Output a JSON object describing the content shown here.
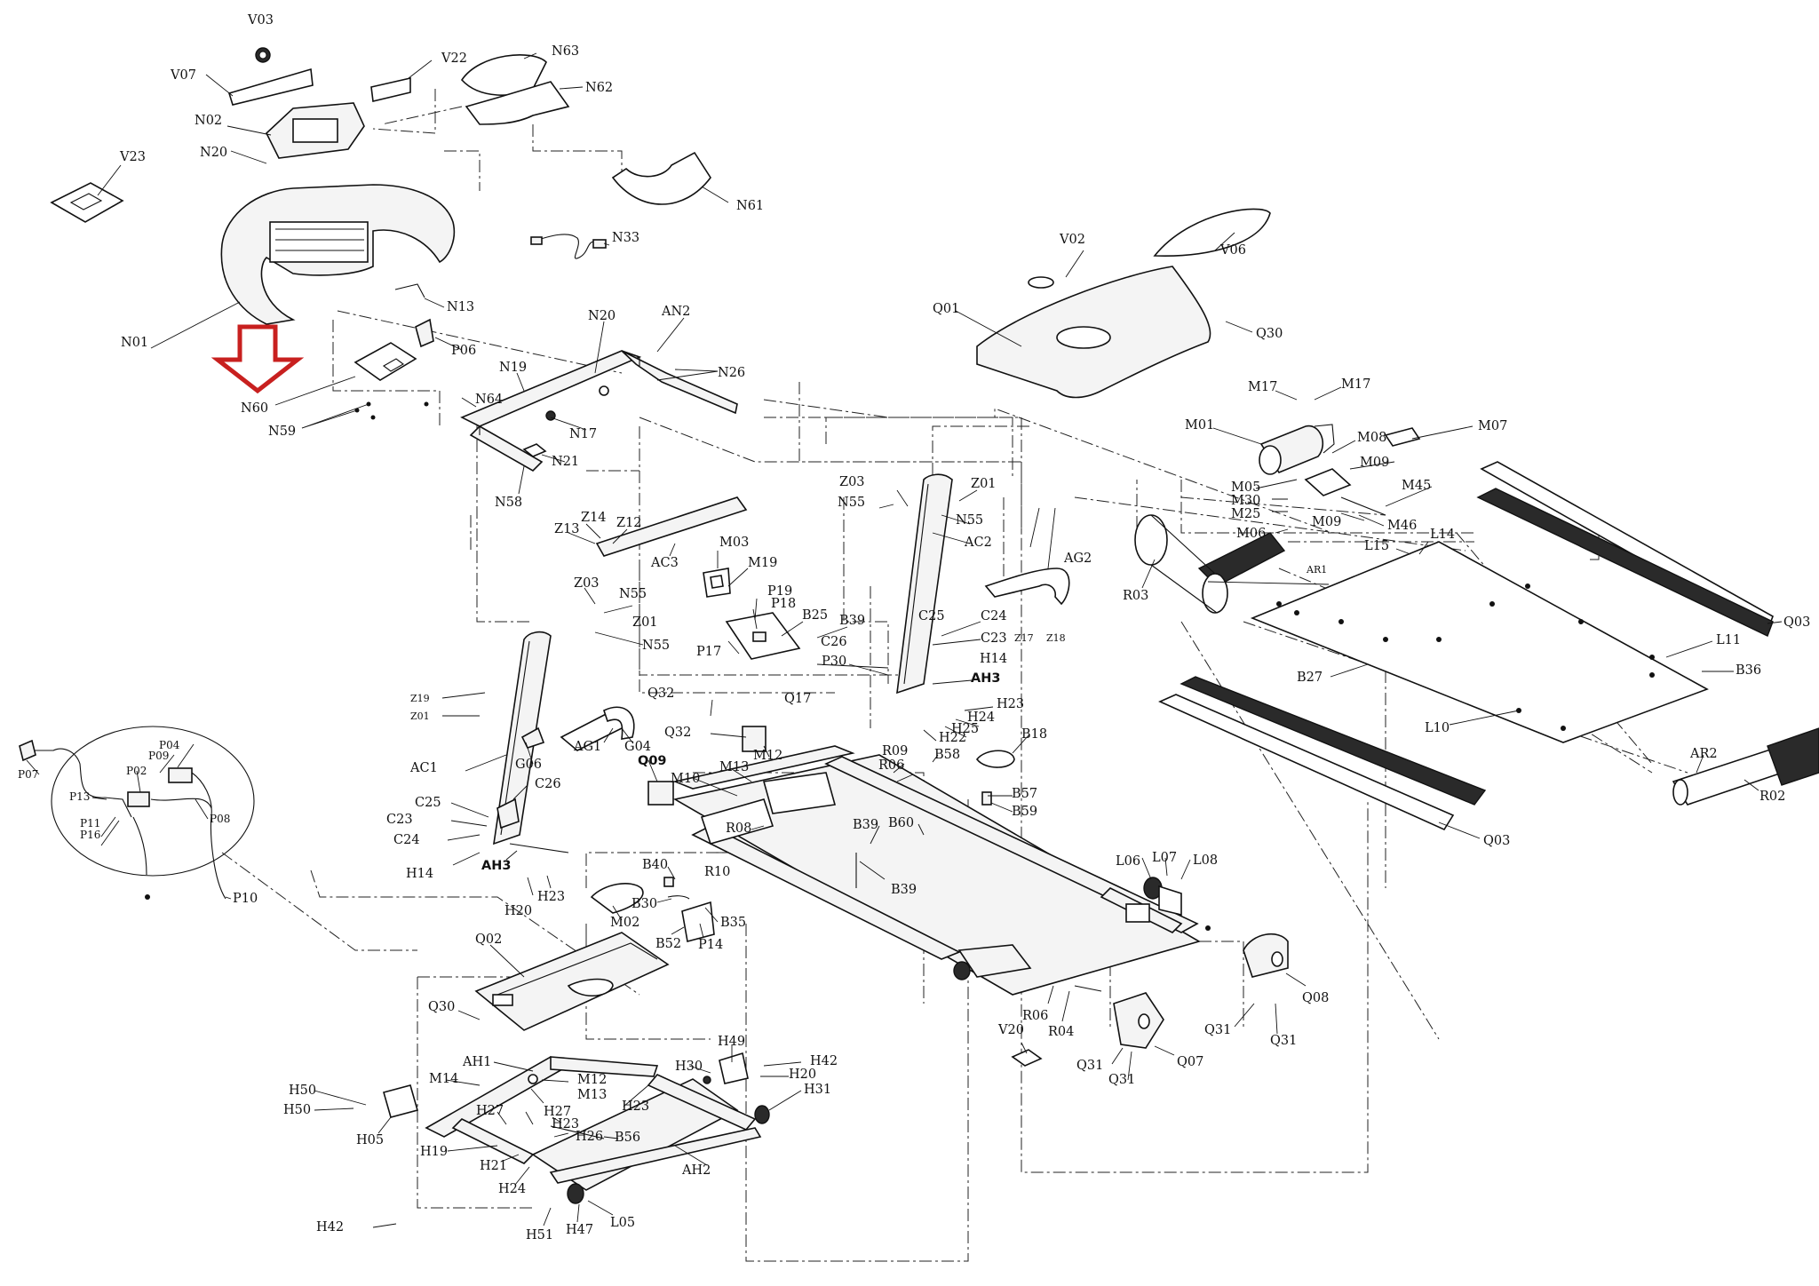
{
  "labels": [
    {
      "id": "V03",
      "text": "V03"
    },
    {
      "id": "V07",
      "text": "V07"
    },
    {
      "id": "V22",
      "text": "V22"
    },
    {
      "id": "N63",
      "text": "N63"
    },
    {
      "id": "N62",
      "text": "N62"
    },
    {
      "id": "N02",
      "text": "N02"
    },
    {
      "id": "N20a",
      "text": "N20"
    },
    {
      "id": "V23",
      "text": "V23"
    },
    {
      "id": "N61",
      "text": "N61"
    },
    {
      "id": "N33",
      "text": "N33"
    },
    {
      "id": "N01",
      "text": "N01"
    },
    {
      "id": "N13",
      "text": "N13"
    },
    {
      "id": "P06",
      "text": "P06"
    },
    {
      "id": "N60",
      "text": "N60"
    },
    {
      "id": "N59",
      "text": "N59"
    },
    {
      "id": "N20b",
      "text": "N20"
    },
    {
      "id": "AN2",
      "text": "AN2"
    },
    {
      "id": "N19",
      "text": "N19"
    },
    {
      "id": "N64",
      "text": "N64"
    },
    {
      "id": "N26",
      "text": "N26"
    },
    {
      "id": "N17",
      "text": "N17"
    },
    {
      "id": "N21",
      "text": "N21"
    },
    {
      "id": "N58",
      "text": "N58"
    },
    {
      "id": "V02",
      "text": "V02"
    },
    {
      "id": "V06",
      "text": "V06"
    },
    {
      "id": "Q01",
      "text": "Q01"
    },
    {
      "id": "Q30a",
      "text": "Q30"
    },
    {
      "id": "M17a",
      "text": "M17"
    },
    {
      "id": "M17b",
      "text": "M17"
    },
    {
      "id": "M01",
      "text": "M01"
    },
    {
      "id": "M08",
      "text": "M08"
    },
    {
      "id": "M07",
      "text": "M07"
    },
    {
      "id": "M09a",
      "text": "M09"
    },
    {
      "id": "M05",
      "text": "M05"
    },
    {
      "id": "M45",
      "text": "M45"
    },
    {
      "id": "M30",
      "text": "M30"
    },
    {
      "id": "M25",
      "text": "M25"
    },
    {
      "id": "M09b",
      "text": "M09"
    },
    {
      "id": "M46",
      "text": "M46"
    },
    {
      "id": "M06",
      "text": "M06"
    },
    {
      "id": "L15",
      "text": "L15"
    },
    {
      "id": "L14",
      "text": "L14"
    },
    {
      "id": "R03",
      "text": "R03"
    },
    {
      "id": "AR1",
      "text": "AR1"
    },
    {
      "id": "Q03a",
      "text": "Q03"
    },
    {
      "id": "L11",
      "text": "L11"
    },
    {
      "id": "B36",
      "text": "B36"
    },
    {
      "id": "B27",
      "text": "B27"
    },
    {
      "id": "L10",
      "text": "L10"
    },
    {
      "id": "AR2",
      "text": "AR2"
    },
    {
      "id": "R02",
      "text": "R02"
    },
    {
      "id": "Q03b",
      "text": "Q03"
    },
    {
      "id": "Z03a",
      "text": "Z03"
    },
    {
      "id": "Z01a",
      "text": "Z01"
    },
    {
      "id": "N55a",
      "text": "N55"
    },
    {
      "id": "N55b",
      "text": "N55"
    },
    {
      "id": "AC2",
      "text": "AC2"
    },
    {
      "id": "Z14",
      "text": "Z14"
    },
    {
      "id": "Z13",
      "text": "Z13"
    },
    {
      "id": "Z12",
      "text": "Z12"
    },
    {
      "id": "M03",
      "text": "M03"
    },
    {
      "id": "M19",
      "text": "M19"
    },
    {
      "id": "AC3",
      "text": "AC3"
    },
    {
      "id": "AG2",
      "text": "AG2"
    },
    {
      "id": "Z03b",
      "text": "Z03"
    },
    {
      "id": "N55c",
      "text": "N55"
    },
    {
      "id": "P19",
      "text": "P19"
    },
    {
      "id": "P18",
      "text": "P18"
    },
    {
      "id": "B25",
      "text": "B25"
    },
    {
      "id": "B39a",
      "text": "B39"
    },
    {
      "id": "C25a",
      "text": "C25"
    },
    {
      "id": "C24a",
      "text": "C24"
    },
    {
      "id": "Z01b",
      "text": "Z01"
    },
    {
      "id": "N55d",
      "text": "N55"
    },
    {
      "id": "C26a",
      "text": "C26"
    },
    {
      "id": "C23a",
      "text": "C23"
    },
    {
      "id": "P17",
      "text": "P17"
    },
    {
      "id": "P30",
      "text": "P30"
    },
    {
      "id": "H14a",
      "text": "H14"
    },
    {
      "id": "Z17",
      "text": "Z17"
    },
    {
      "id": "Z18",
      "text": "Z18"
    },
    {
      "id": "AH3a",
      "text": "AH3"
    },
    {
      "id": "Z19",
      "text": "Z19"
    },
    {
      "id": "Z01c",
      "text": "Z01"
    },
    {
      "id": "Q32a",
      "text": "Q32"
    },
    {
      "id": "Q17",
      "text": "Q17"
    },
    {
      "id": "H23a",
      "text": "H23"
    },
    {
      "id": "H24a",
      "text": "H24"
    },
    {
      "id": "H25",
      "text": "H25"
    },
    {
      "id": "H22",
      "text": "H22"
    },
    {
      "id": "B18",
      "text": "B18"
    },
    {
      "id": "Q32b",
      "text": "Q32"
    },
    {
      "id": "AG1",
      "text": "AG1"
    },
    {
      "id": "G04",
      "text": "G04"
    },
    {
      "id": "M12a",
      "text": "M12"
    },
    {
      "id": "R09",
      "text": "R09"
    },
    {
      "id": "R06a",
      "text": "R06"
    },
    {
      "id": "B58",
      "text": "B58"
    },
    {
      "id": "G06",
      "text": "G06"
    },
    {
      "id": "AC1",
      "text": "AC1"
    },
    {
      "id": "Q09",
      "text": "Q09"
    },
    {
      "id": "M10",
      "text": "M10"
    },
    {
      "id": "M13a",
      "text": "M13"
    },
    {
      "id": "B57",
      "text": "B57"
    },
    {
      "id": "B59",
      "text": "B59"
    },
    {
      "id": "C26b",
      "text": "C26"
    },
    {
      "id": "C25b",
      "text": "C25"
    },
    {
      "id": "C23b",
      "text": "C23"
    },
    {
      "id": "C24b",
      "text": "C24"
    },
    {
      "id": "R08",
      "text": "R08"
    },
    {
      "id": "B39b",
      "text": "B39"
    },
    {
      "id": "B60",
      "text": "B60"
    },
    {
      "id": "H14b",
      "text": "H14"
    },
    {
      "id": "AH3b",
      "text": "AH3"
    },
    {
      "id": "B40",
      "text": "B40"
    },
    {
      "id": "R10",
      "text": "R10"
    },
    {
      "id": "B39c",
      "text": "B39"
    },
    {
      "id": "H20a",
      "text": "H20"
    },
    {
      "id": "H23b",
      "text": "H23"
    },
    {
      "id": "L06",
      "text": "L06"
    },
    {
      "id": "L07",
      "text": "L07"
    },
    {
      "id": "L08",
      "text": "L08"
    },
    {
      "id": "M02",
      "text": "M02"
    },
    {
      "id": "B30",
      "text": "B30"
    },
    {
      "id": "B35",
      "text": "B35"
    },
    {
      "id": "B52",
      "text": "B52"
    },
    {
      "id": "P14",
      "text": "P14"
    },
    {
      "id": "Q02",
      "text": "Q02"
    },
    {
      "id": "Q08",
      "text": "Q08"
    },
    {
      "id": "Q30b",
      "text": "Q30"
    },
    {
      "id": "R06b",
      "text": "R06"
    },
    {
      "id": "R04",
      "text": "R04"
    },
    {
      "id": "Q31a",
      "text": "Q31"
    },
    {
      "id": "Q31b",
      "text": "Q31"
    },
    {
      "id": "V20",
      "text": "V20"
    },
    {
      "id": "Q31c",
      "text": "Q31"
    },
    {
      "id": "Q07",
      "text": "Q07"
    },
    {
      "id": "Q31d",
      "text": "Q31"
    },
    {
      "id": "H49",
      "text": "H49"
    },
    {
      "id": "H42a",
      "text": "H42"
    },
    {
      "id": "AH1",
      "text": "AH1"
    },
    {
      "id": "H30",
      "text": "H30"
    },
    {
      "id": "H20b",
      "text": "H20"
    },
    {
      "id": "M14",
      "text": "M14"
    },
    {
      "id": "M12b",
      "text": "M12"
    },
    {
      "id": "H31",
      "text": "H31"
    },
    {
      "id": "H50a",
      "text": "H50"
    },
    {
      "id": "M13b",
      "text": "M13"
    },
    {
      "id": "H23c",
      "text": "H23"
    },
    {
      "id": "H50b",
      "text": "H50"
    },
    {
      "id": "H27a",
      "text": "H27"
    },
    {
      "id": "H27b",
      "text": "H27"
    },
    {
      "id": "H23d",
      "text": "H23"
    },
    {
      "id": "H05",
      "text": "H05"
    },
    {
      "id": "H26",
      "text": "H26"
    },
    {
      "id": "B56",
      "text": "B56"
    },
    {
      "id": "H19",
      "text": "H19"
    },
    {
      "id": "H21",
      "text": "H21"
    },
    {
      "id": "AH2",
      "text": "AH2"
    },
    {
      "id": "H24b",
      "text": "H24"
    },
    {
      "id": "H42b",
      "text": "H42"
    },
    {
      "id": "H51",
      "text": "H51"
    },
    {
      "id": "H47",
      "text": "H47"
    },
    {
      "id": "L05",
      "text": "L05"
    },
    {
      "id": "P04",
      "text": "P04"
    },
    {
      "id": "P09",
      "text": "P09"
    },
    {
      "id": "P02",
      "text": "P02"
    },
    {
      "id": "P07",
      "text": "P07"
    },
    {
      "id": "P13",
      "text": "P13"
    },
    {
      "id": "P11",
      "text": "P11"
    },
    {
      "id": "P16",
      "text": "P16"
    },
    {
      "id": "P08",
      "text": "P08"
    },
    {
      "id": "P10",
      "text": "P10"
    }
  ],
  "colors": {
    "line": "#111111",
    "highlight_arrow": "#c8201f",
    "background": "#ffffff"
  },
  "icons": {
    "indicator": "down-arrow-icon"
  }
}
